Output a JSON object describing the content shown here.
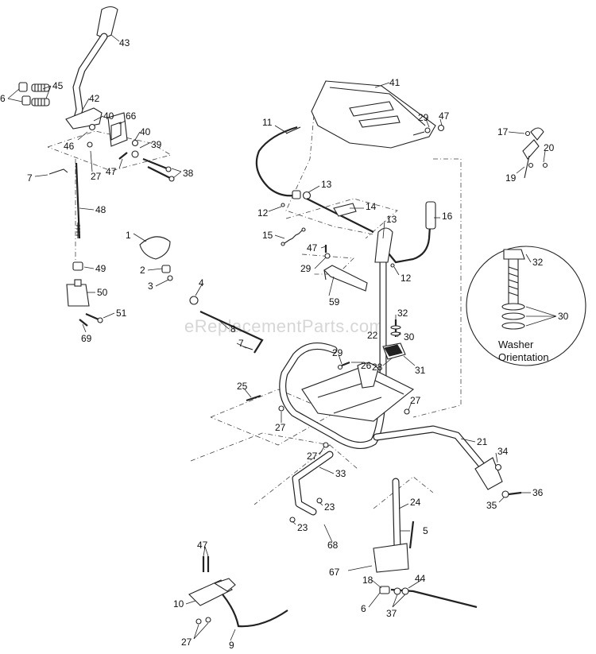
{
  "watermark": "eReplacementParts.com",
  "inset": {
    "caption_line1": "Washer",
    "caption_line2": "Orientation"
  },
  "callouts": [
    {
      "id": "c43",
      "text": "43"
    },
    {
      "id": "c45",
      "text": "45"
    },
    {
      "id": "c6a",
      "text": "6"
    },
    {
      "id": "c42",
      "text": "42"
    },
    {
      "id": "c40a",
      "text": "40"
    },
    {
      "id": "c66",
      "text": "66"
    },
    {
      "id": "c46",
      "text": "46"
    },
    {
      "id": "c40b",
      "text": "40"
    },
    {
      "id": "c39",
      "text": "39"
    },
    {
      "id": "c27a",
      "text": "27"
    },
    {
      "id": "c47a",
      "text": "47"
    },
    {
      "id": "c38",
      "text": "38"
    },
    {
      "id": "c7a",
      "text": "7"
    },
    {
      "id": "c48",
      "text": "48"
    },
    {
      "id": "c49",
      "text": "49"
    },
    {
      "id": "c50",
      "text": "50"
    },
    {
      "id": "c51",
      "text": "51"
    },
    {
      "id": "c69",
      "text": "69"
    },
    {
      "id": "c41",
      "text": "41"
    },
    {
      "id": "c29a",
      "text": "29"
    },
    {
      "id": "c47b",
      "text": "47"
    },
    {
      "id": "c17",
      "text": "17"
    },
    {
      "id": "c20",
      "text": "20"
    },
    {
      "id": "c19",
      "text": "19"
    },
    {
      "id": "c11",
      "text": "11"
    },
    {
      "id": "c13a",
      "text": "13"
    },
    {
      "id": "c12a",
      "text": "12"
    },
    {
      "id": "c14",
      "text": "14"
    },
    {
      "id": "c13b",
      "text": "13"
    },
    {
      "id": "c16",
      "text": "16"
    },
    {
      "id": "c15",
      "text": "15"
    },
    {
      "id": "c47c",
      "text": "47"
    },
    {
      "id": "c29b",
      "text": "29"
    },
    {
      "id": "c12b",
      "text": "12"
    },
    {
      "id": "c59",
      "text": "59"
    },
    {
      "id": "c1",
      "text": "1"
    },
    {
      "id": "c2",
      "text": "2"
    },
    {
      "id": "c3",
      "text": "3"
    },
    {
      "id": "c4",
      "text": "4"
    },
    {
      "id": "c8",
      "text": "8"
    },
    {
      "id": "c7b",
      "text": "7"
    },
    {
      "id": "c32a",
      "text": "32"
    },
    {
      "id": "c30a",
      "text": "30"
    },
    {
      "id": "c22",
      "text": "22"
    },
    {
      "id": "c32b",
      "text": "32"
    },
    {
      "id": "c30b",
      "text": "30"
    },
    {
      "id": "c29c",
      "text": "29"
    },
    {
      "id": "c26",
      "text": "26"
    },
    {
      "id": "c28",
      "text": "28"
    },
    {
      "id": "c31",
      "text": "31"
    },
    {
      "id": "c25",
      "text": "25"
    },
    {
      "id": "c27b",
      "text": "27"
    },
    {
      "id": "c27c",
      "text": "27"
    },
    {
      "id": "c21",
      "text": "21"
    },
    {
      "id": "c27d",
      "text": "27"
    },
    {
      "id": "c33",
      "text": "33"
    },
    {
      "id": "c34",
      "text": "34"
    },
    {
      "id": "c23a",
      "text": "23"
    },
    {
      "id": "c23b",
      "text": "23"
    },
    {
      "id": "c24",
      "text": "24"
    },
    {
      "id": "c35",
      "text": "35"
    },
    {
      "id": "c36",
      "text": "36"
    },
    {
      "id": "c68",
      "text": "68"
    },
    {
      "id": "c5",
      "text": "5"
    },
    {
      "id": "c67",
      "text": "67"
    },
    {
      "id": "c47d",
      "text": "47"
    },
    {
      "id": "c10",
      "text": "10"
    },
    {
      "id": "c27e",
      "text": "27"
    },
    {
      "id": "c9",
      "text": "9"
    },
    {
      "id": "c18",
      "text": "18"
    },
    {
      "id": "c44",
      "text": "44"
    },
    {
      "id": "c6b",
      "text": "6"
    },
    {
      "id": "c37",
      "text": "37"
    }
  ]
}
